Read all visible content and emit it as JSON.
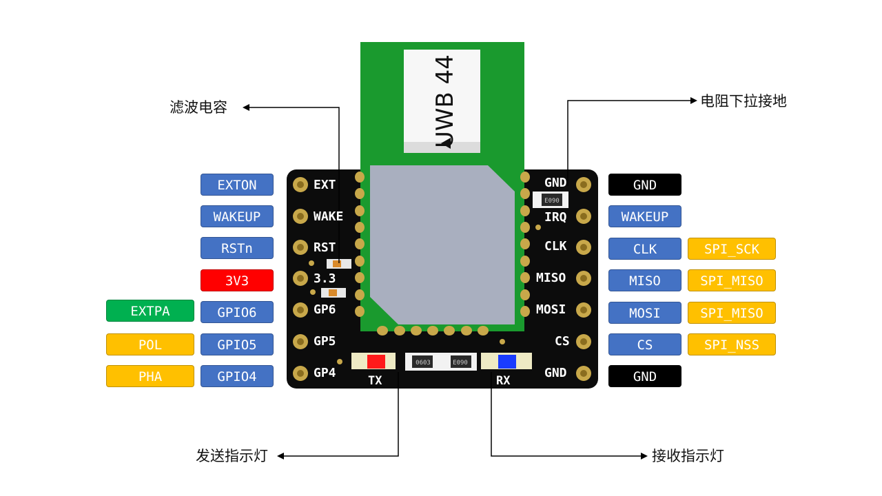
{
  "module": {
    "antenna_label": "UWB 44",
    "left_pins": [
      "EXT",
      "WAKE",
      "RST",
      "3.3",
      "GP6",
      "GP5",
      "GP4"
    ],
    "right_pins": [
      "GND",
      "IRQ",
      "CLK",
      "MISO",
      "MOSI",
      "CS",
      "GND"
    ],
    "tx_label": "TX",
    "rx_label": "RX",
    "component_marks": [
      "E090",
      "0603",
      "E090"
    ],
    "colors": {
      "pcb": "#0c0c0c",
      "antenna": "#1a9a2e",
      "shield": "#a9afbf",
      "pad": "#c8a84a",
      "tx_led": "#ff1a1a",
      "rx_led": "#1a3cff"
    }
  },
  "callouts": {
    "filter_capacitor": "滤波电容",
    "pull_down": "电阻下拉接地",
    "tx_indicator": "发送指示灯",
    "rx_indicator": "接收指示灯"
  },
  "left_tags": {
    "col_inner": [
      "EXTON",
      "WAKEUP",
      "RSTn",
      "3V3",
      "GPIO6",
      "GPIO5",
      "GPIO4"
    ],
    "col_outer": [
      "EXTPA",
      "POL",
      "PHA"
    ]
  },
  "right_tags": {
    "col_inner": [
      "GND",
      "WAKEUP",
      "CLK",
      "MISO",
      "MOSI",
      "CS",
      "GND"
    ],
    "col_outer": [
      "SPI_SCK",
      "SPI_MISO",
      "SPI_MISO",
      "SPI_NSS"
    ]
  },
  "tag_colors": {
    "blue": "#4472c4",
    "yellow": "#ffc000",
    "red": "#ff0000",
    "green": "#00b050",
    "black": "#000000"
  }
}
